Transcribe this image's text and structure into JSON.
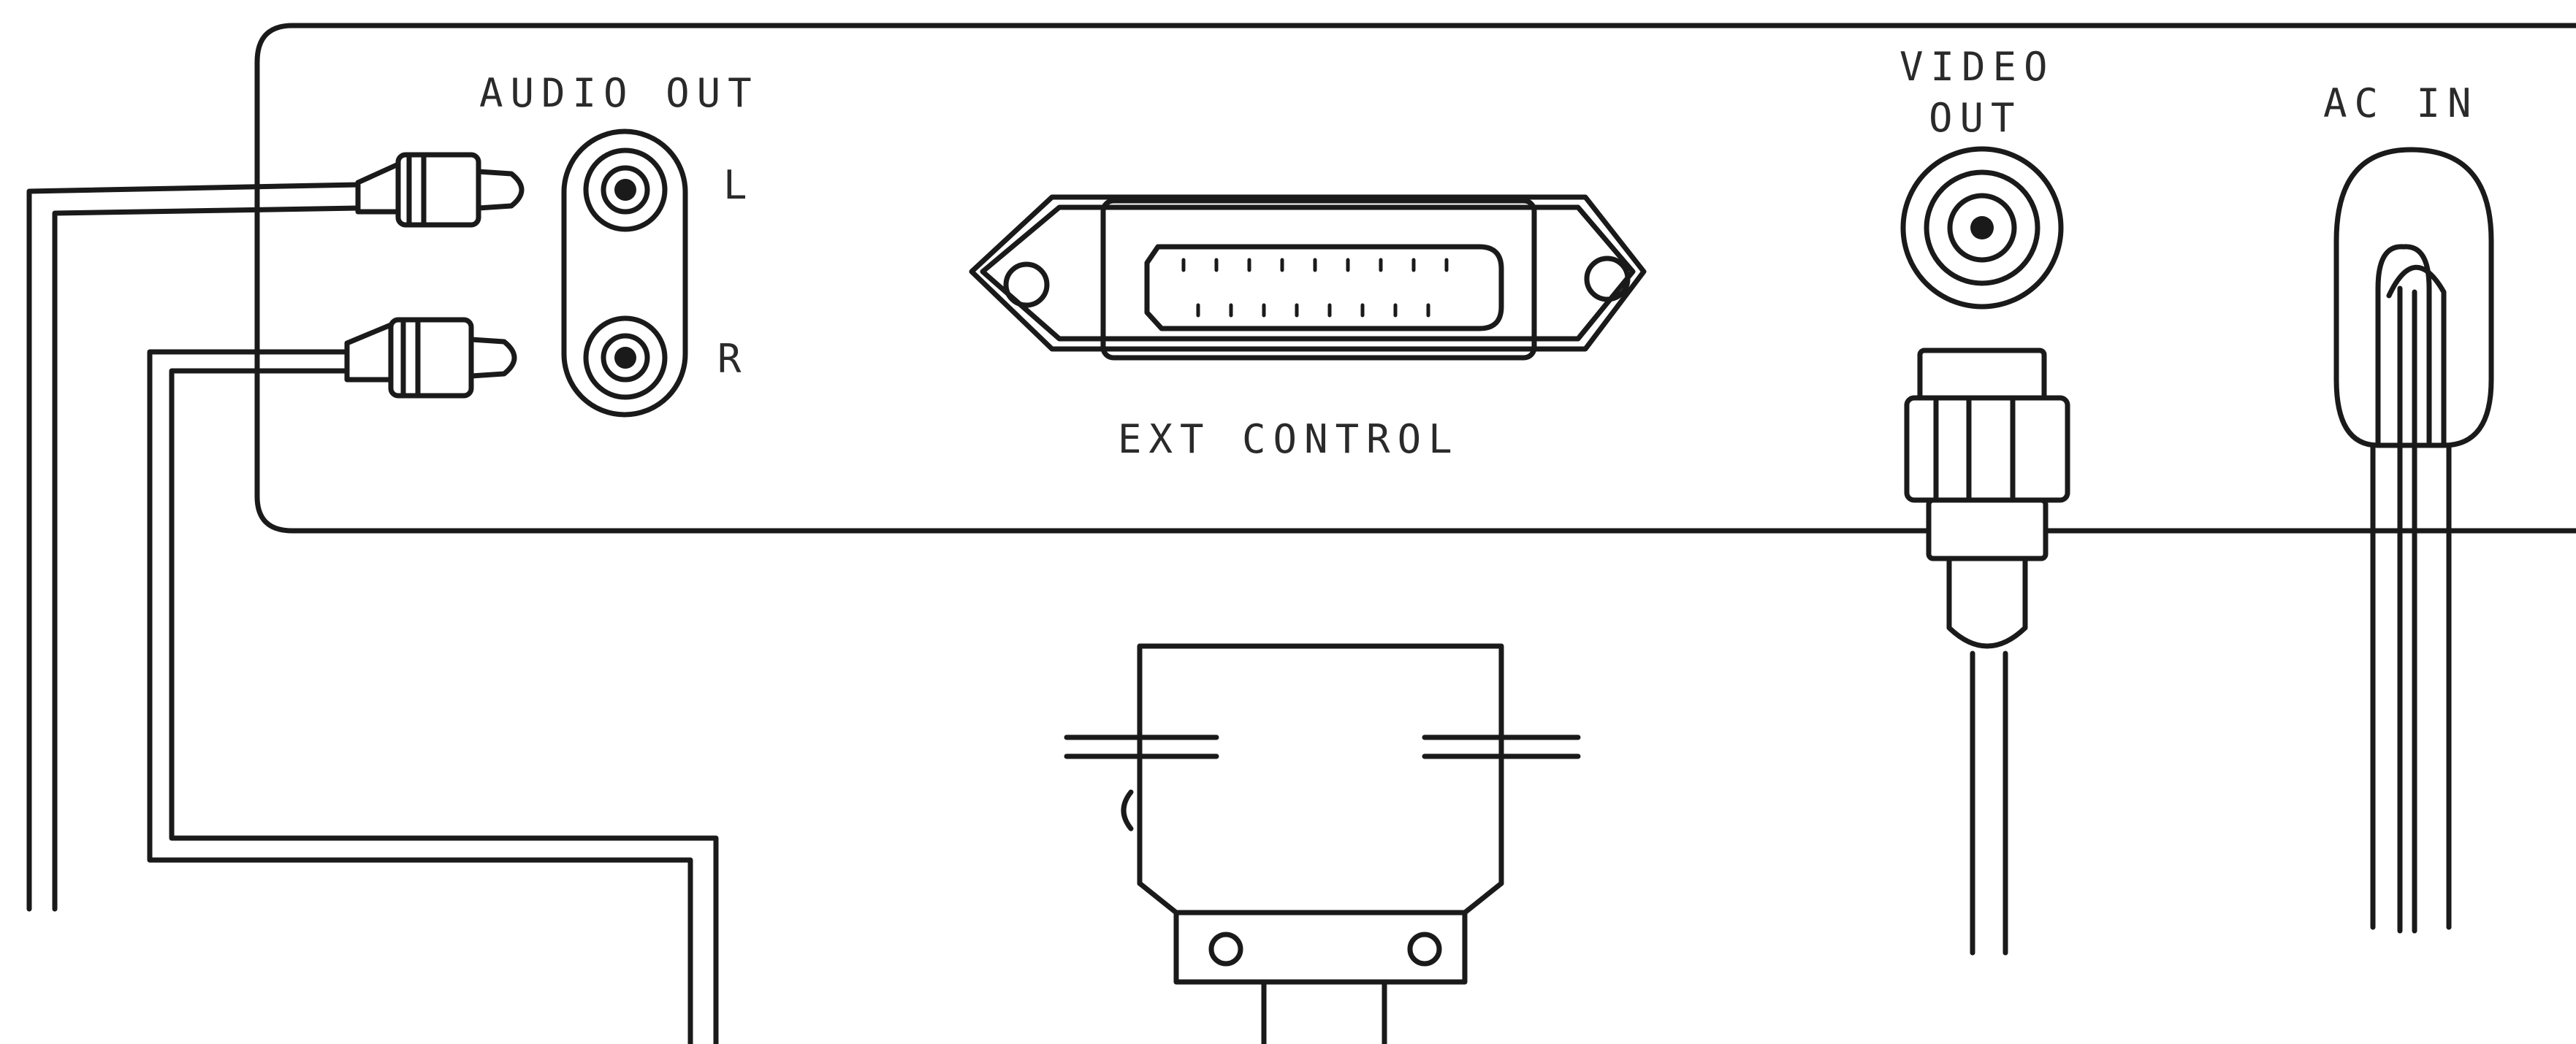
{
  "labels": {
    "audio_out": "AUDIO OUT",
    "left_channel": "L",
    "right_channel": "R",
    "ext_control": "EXT CONTROL",
    "video_out_line1": "VIDEO",
    "video_out_line2": "OUT",
    "ac_in": "AC IN"
  }
}
